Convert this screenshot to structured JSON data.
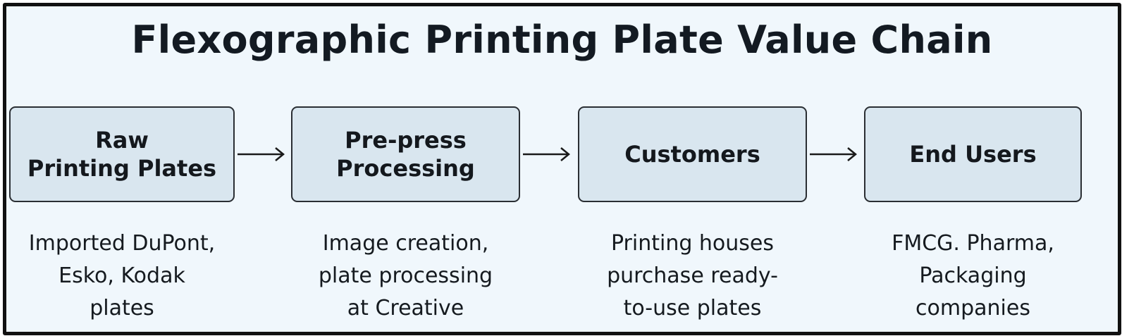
{
  "title": "Flexographic Printing Plate Value Chain",
  "stages": [
    {
      "label": "Raw\nPrinting Plates",
      "description": "Imported DuPont,\nEsko, Kodak\nplates"
    },
    {
      "label": "Pre-press\nProcessing",
      "description": "Image creation,\nplate processing\nat Creative"
    },
    {
      "label": "Customers",
      "description": "Printing houses\npurchase ready-\nto-use plates"
    },
    {
      "label": "End Users",
      "description": "FMCG. Pharma,\nPackaging\ncompanies"
    }
  ],
  "colors": {
    "background": "#f0f7fc",
    "box_fill": "#d9e6ef",
    "border": "#111111",
    "arrow": "#1a1a1a"
  },
  "icons": [
    "arrow-right-icon"
  ]
}
